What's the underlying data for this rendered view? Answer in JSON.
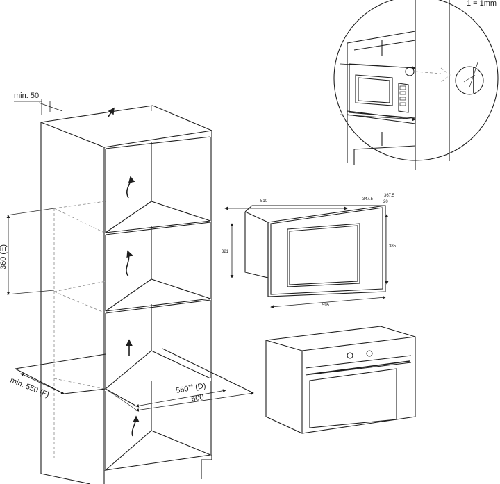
{
  "scale_note": "1 = 1mm",
  "cabinet": {
    "min_gap_top": "min. 50",
    "niche_height": "360 (E)",
    "min_depth": "min. 550 (F)",
    "depth_d": "560",
    "depth_d_tolerance": "+4",
    "depth_d_suffix": " (D)",
    "width": "600"
  },
  "appliance_dims": {
    "depth": "510",
    "door_depth": "347.5",
    "total_depth": "367.5",
    "door_thickness": "20",
    "body_height": "321",
    "front_height": "385",
    "front_width": "595"
  }
}
